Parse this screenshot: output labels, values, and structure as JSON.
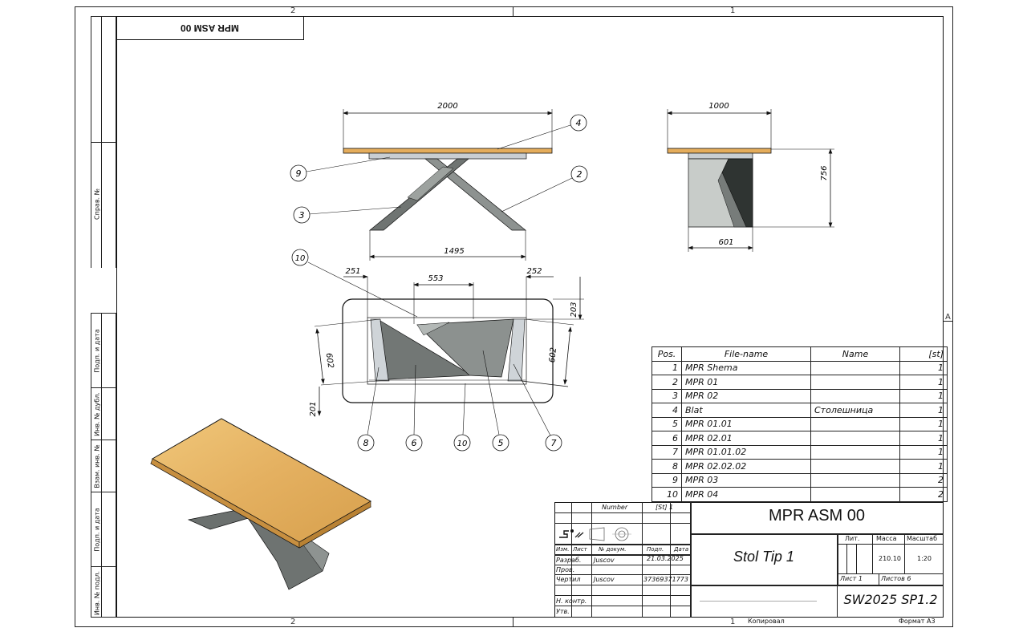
{
  "sheet": {
    "zones_top": [
      "2",
      "1"
    ],
    "zones_bottom": [
      "2",
      "1"
    ],
    "zone_right": "A",
    "mirror_title": "MPR ASM 00",
    "copied_label": "Копировал",
    "format_label": "Формат А3"
  },
  "side_strip": {
    "sprav_no": "Справ. №",
    "podp_data_1": "Подп. и дата",
    "inv_dubl": "Инв. № дубл.",
    "vzam_inv": "Взам. инв. №",
    "podp_data_2": "Подп. и дата",
    "inv_podl": "Инв. № подл."
  },
  "drawing": {
    "dims": {
      "front_length": "2000",
      "front_base": "1495",
      "side_width": "1000",
      "side_height": "756",
      "side_base": "601",
      "top_left": "251",
      "top_mid": "553",
      "top_right": "252",
      "top_203": "203",
      "top_602_left": "602",
      "top_602_right": "602",
      "top_201": "201"
    },
    "balloons": {
      "b4": "4",
      "b9": "9",
      "b2": "2",
      "b3": "3",
      "b10a": "10",
      "b8": "8",
      "b6": "6",
      "b10b": "10",
      "b5": "5",
      "b7": "7"
    }
  },
  "bom": {
    "headers": [
      "Pos.",
      "File-name",
      "Name",
      "[st]"
    ],
    "rows": [
      [
        "1",
        "MPR Shema",
        "",
        "1"
      ],
      [
        "2",
        "MPR 01",
        "",
        "1"
      ],
      [
        "3",
        "MPR 02",
        "",
        "1"
      ],
      [
        "4",
        "Blat",
        "Столешница",
        "1"
      ],
      [
        "5",
        "MPR 01.01",
        "",
        "1"
      ],
      [
        "6",
        "MPR 02.01",
        "",
        "1"
      ],
      [
        "7",
        "MPR 01.01.02",
        "",
        "1"
      ],
      [
        "8",
        "MPR 02.02.02",
        "",
        "1"
      ],
      [
        "9",
        "MPR 03",
        "",
        "2"
      ],
      [
        "10",
        "MPR 04",
        "",
        "2"
      ]
    ]
  },
  "title_block": {
    "number_label": "Number",
    "st_label": "[St] 1",
    "designation": "MPR ASM 00",
    "name": "Stol Tip 1",
    "izm": "Изм.",
    "list": "Лист",
    "doc_no": "№ докум.",
    "podp": "Подп.",
    "data": "Дата",
    "razrab": "Разраб.",
    "razrab_name": "Juscov",
    "razrab_date": "21.03.2025",
    "prov": "Пров.",
    "chertil": "Чертил",
    "chertil_name": "Juscov",
    "chertil_code": "37369371773",
    "n_kontr": "Н. контр.",
    "utv": "Утв.",
    "lit": "Лит.",
    "massa": "Масса",
    "masshtab": "Масштаб",
    "mass_value": "210.10",
    "scale_value": "1:20",
    "sheet": "Лист  1",
    "sheets": "Листов  6",
    "software": "SW2025  SP1.2"
  }
}
